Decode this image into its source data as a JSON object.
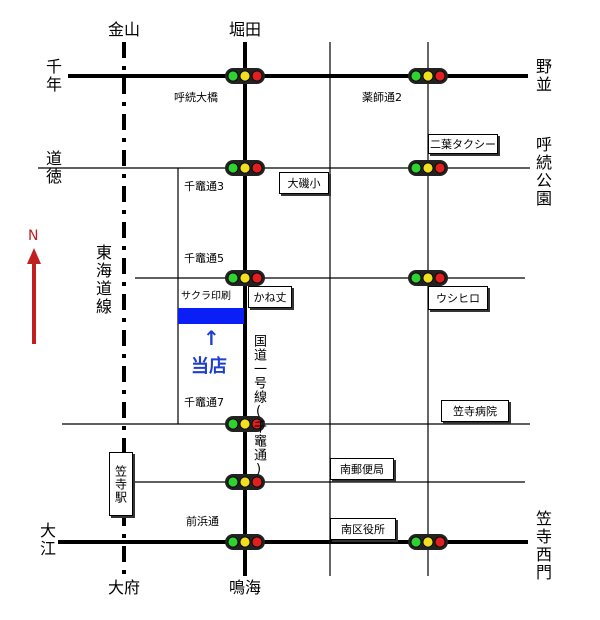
{
  "edge_labels": {
    "top_left": "金山",
    "top_center": "堀田",
    "bottom_left": "大府",
    "bottom_center": "鳴海",
    "left_row1": "千年",
    "left_row2": "道徳",
    "left_row5": "大江",
    "right_row1": "野並",
    "right_row2": "呼続公園",
    "right_row5": "笠寺西門"
  },
  "intersections": {
    "yobitsugi_ohashi": "呼続大橋",
    "yakushi_dori": "薬師通2",
    "senbori_3": "千竈通3",
    "senbori_5": "千竈通5",
    "senbori_7": "千竈通7",
    "maehama": "前浜通"
  },
  "landmarks": {
    "futaba_taxi": "二葉タクシー",
    "oiso_sho": "大磯小",
    "kanejo": "かね丈",
    "sakura_print": "サクラ印刷",
    "ushihiro": "ウシヒロ",
    "kasadera_hospital": "笠寺病院",
    "minami_post": "南郵便局",
    "minami_ward": "南区役所",
    "kasadera_station": "笠寺駅"
  },
  "rail_label": "東海道線",
  "route_label": "国道一号線(千竈通)",
  "store": {
    "arrow": "↑",
    "label": "当店",
    "highlight_color": "#0a1ff5"
  },
  "north": {
    "label": "N",
    "color": "#c02020"
  },
  "signal_colors": {
    "green": "#2fd32f",
    "yellow": "#f0e020",
    "red": "#e02020"
  }
}
